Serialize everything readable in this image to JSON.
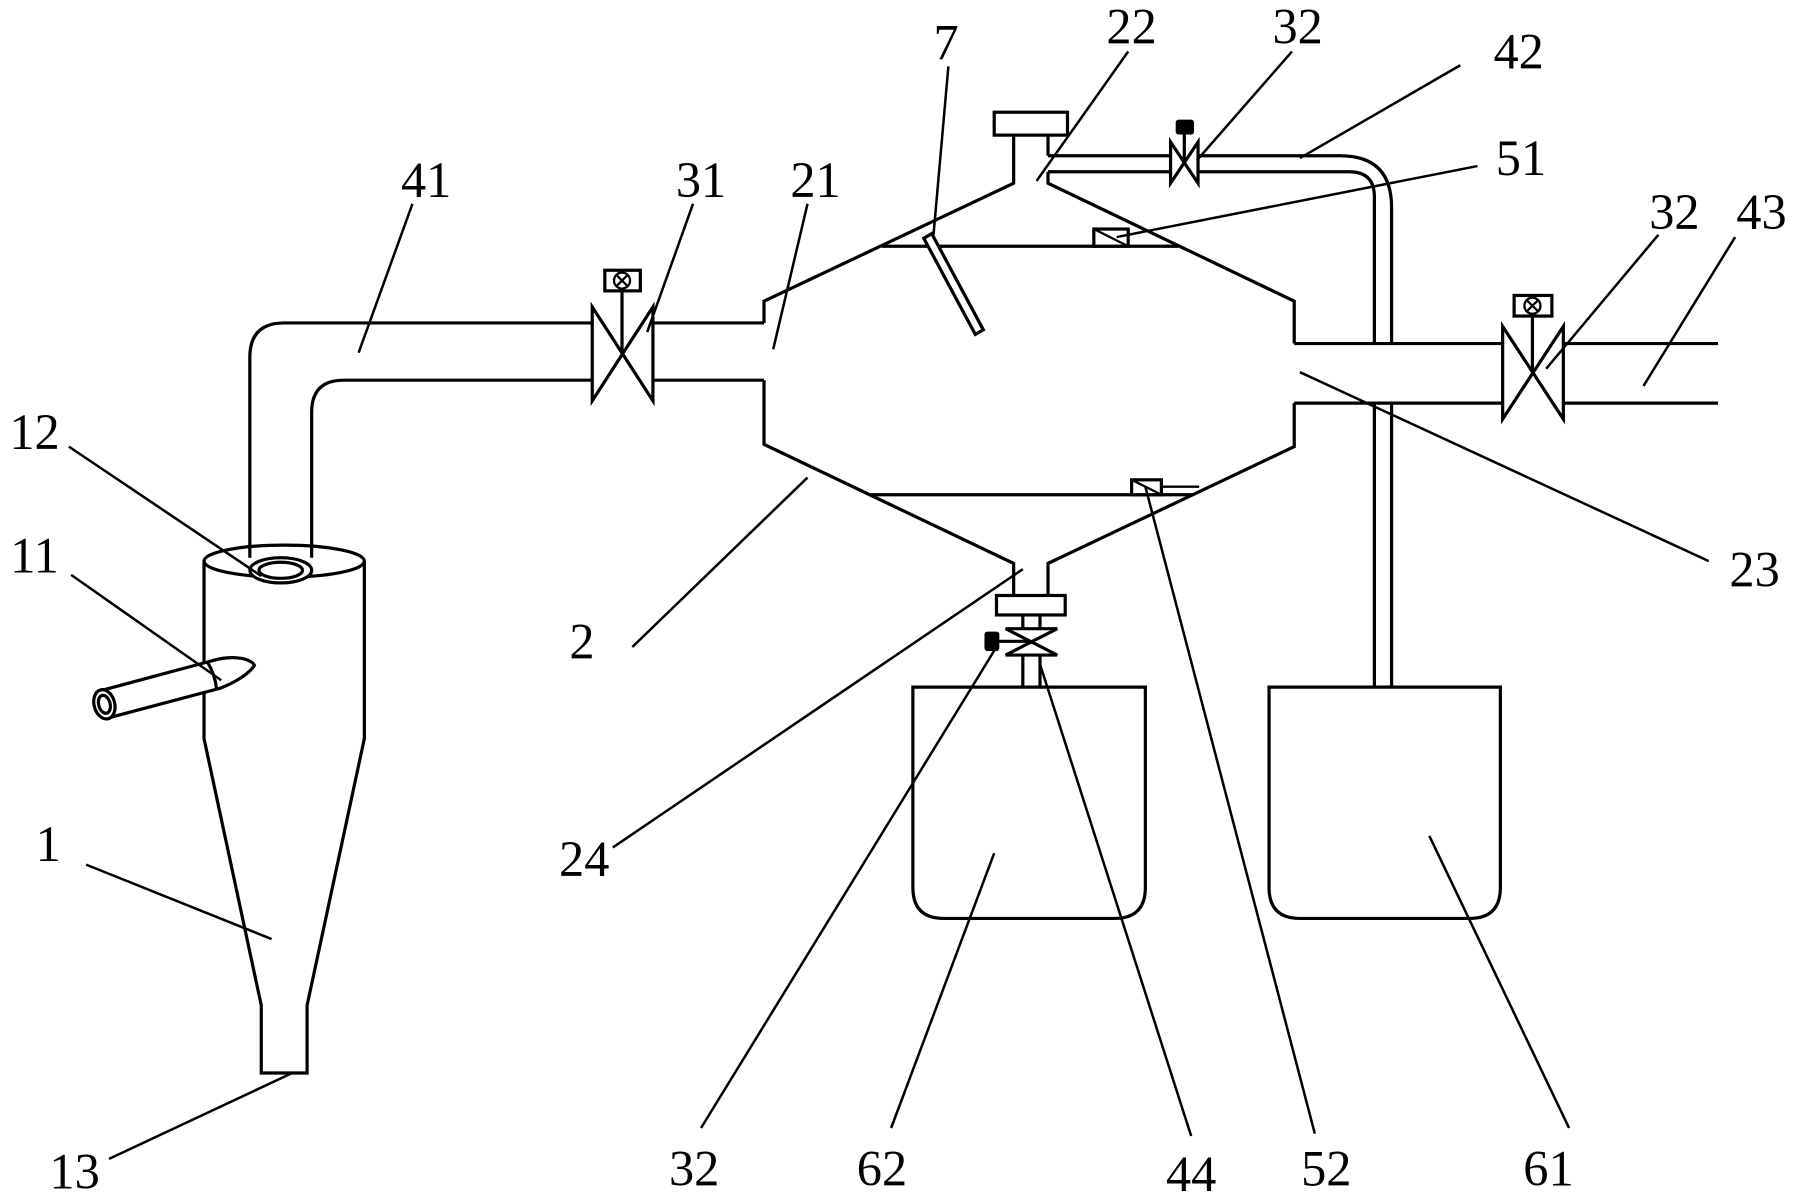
{
  "labels": [
    "41",
    "31",
    "21",
    "7",
    "22",
    "32",
    "42",
    "51",
    "32",
    "43",
    "12",
    "11",
    "1",
    "13",
    "2",
    "23",
    "24",
    "32",
    "62",
    "44",
    "52",
    "61"
  ],
  "colors": {
    "line": "#000000",
    "background": "#ffffff"
  }
}
